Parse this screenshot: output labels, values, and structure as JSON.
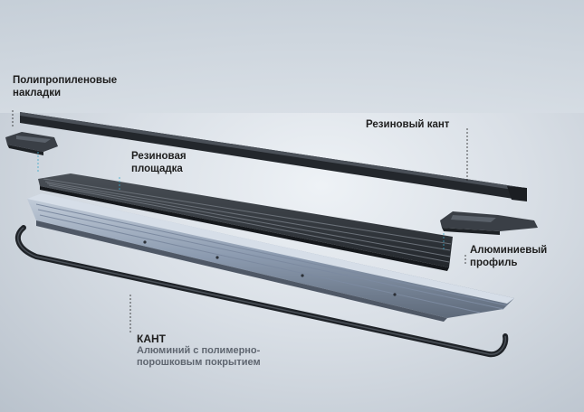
{
  "labels": {
    "polypropylene_caps": "Полипропиленовые накладки",
    "rubber_edge": "Резиновый кант",
    "rubber_pad": "Резиновая площадка",
    "aluminum_profile": "Алюминиевый профиль",
    "edge_title": "КАНТ",
    "edge_desc_line1": "Алюминий с полимерно-",
    "edge_desc_line2": "порошковым покрытием"
  },
  "colors": {
    "rubber": "#2b2f34",
    "aluminum": "#9aa8ba",
    "leader": "#3aa8c8"
  }
}
